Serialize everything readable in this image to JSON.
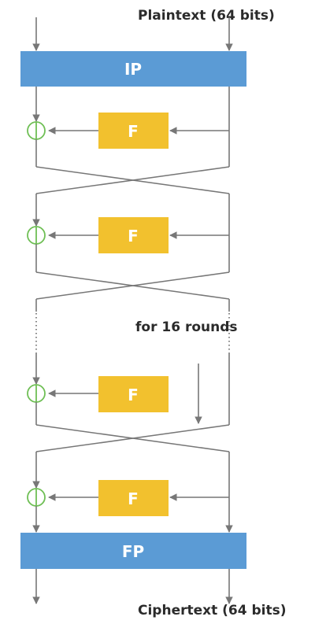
{
  "top_label": "Plaintext (64 bits)",
  "bottom_label": "Ciphertext (64 bits)",
  "rounds_label": "for 16 rounds",
  "ip_label": "IP",
  "fp_label": "FP",
  "f_labels": [
    "F",
    "F",
    "F",
    "F"
  ],
  "colors": {
    "permutation_box": "#5b9bd5",
    "f_box": "#f2c12e",
    "xor": "#6fbf55",
    "line": "#777777",
    "text": "#2b2b2b"
  }
}
